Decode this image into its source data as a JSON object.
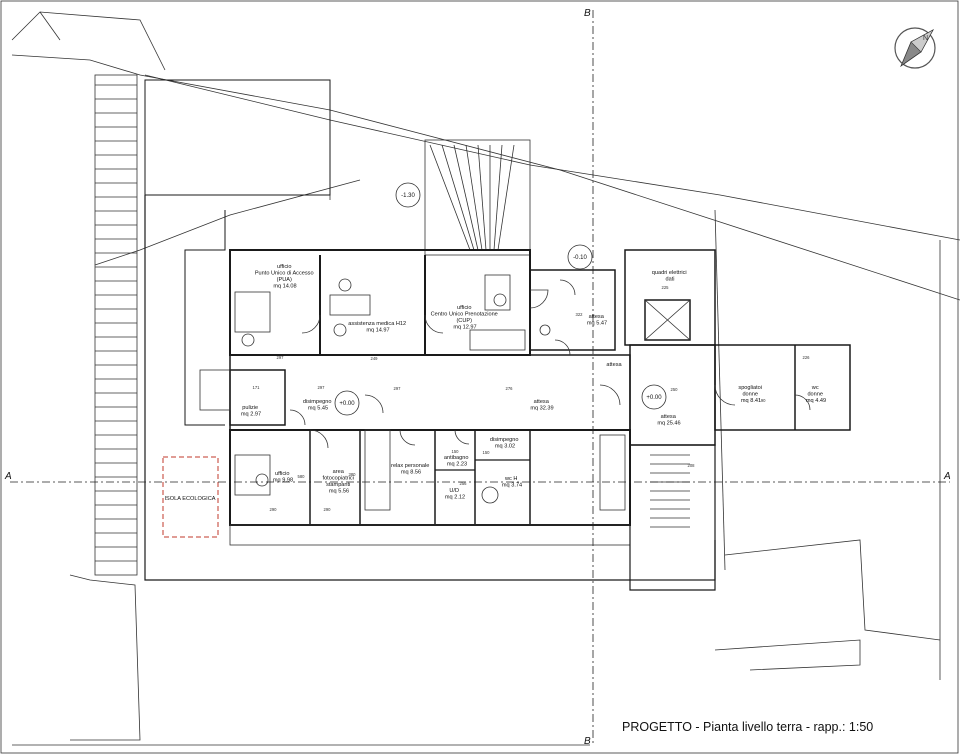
{
  "title": "PROGETTO - Pianta livello terra - rapp.: 1:50",
  "section_markers": {
    "top": "B",
    "bottom": "B",
    "left": "A",
    "right": "A"
  },
  "levels": [
    "-1.30",
    "-0.10",
    "+0.00",
    "+0.00"
  ],
  "isola_ecologica": "ISOLA ECOLOGICA",
  "rooms": [
    {
      "lines": [
        "ufficio",
        "Punto Unico di Accesso",
        "(PUA)",
        "mq 14.08"
      ]
    },
    {
      "lines": [
        "assistenza medica H12",
        "mq 14.97"
      ]
    },
    {
      "lines": [
        "ufficio",
        "Centro Unico Prenotazione",
        "(CUP)",
        "mq 12.97"
      ]
    },
    {
      "lines": [
        "quadri elettrici",
        "dati"
      ]
    },
    {
      "lines": [
        "attesa",
        "mq 5.47"
      ]
    },
    {
      "lines": [
        "attesa"
      ]
    },
    {
      "lines": [
        "disimpegno",
        "mq 5.45"
      ]
    },
    {
      "lines": [
        "pulizie",
        "mq 2.97"
      ]
    },
    {
      "lines": [
        "attesa",
        "mq 32.39"
      ]
    },
    {
      "lines": [
        "attesa",
        "mq 25.46"
      ]
    },
    {
      "lines": [
        "spogliatoi",
        "donne",
        "mq 8.41"
      ]
    },
    {
      "lines": [
        "wc",
        "donne",
        "mq 4.49"
      ]
    },
    {
      "lines": [
        "ufficio",
        "mq 9.98"
      ]
    },
    {
      "lines": [
        "area",
        "fotocopiatrici",
        "stampanti",
        "mq 5.56"
      ]
    },
    {
      "lines": [
        "relax personale",
        "mq 8.56"
      ]
    },
    {
      "lines": [
        "antibagno",
        "mq 2.23"
      ]
    },
    {
      "lines": [
        "disimpegno",
        "mq 3.02"
      ]
    },
    {
      "lines": [
        "wc H",
        "mq 3.74"
      ]
    },
    {
      "lines": [
        "U/D",
        "mq 2.12"
      ]
    }
  ],
  "dims": [
    "297",
    "249",
    "297",
    "297",
    "276",
    "322",
    "225",
    "250",
    "171",
    "290",
    "290",
    "150",
    "150",
    "190",
    "226",
    "580",
    "380",
    "256",
    "208"
  ],
  "icons": [
    "compass-icon"
  ]
}
